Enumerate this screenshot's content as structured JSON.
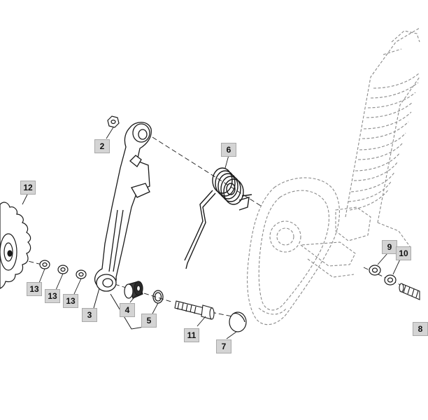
{
  "diagram": {
    "callouts": [
      {
        "id": "callout-2",
        "label": "2"
      },
      {
        "id": "callout-6",
        "label": "6"
      },
      {
        "id": "callout-12",
        "label": "12"
      },
      {
        "id": "callout-13a",
        "label": "13"
      },
      {
        "id": "callout-13b",
        "label": "13"
      },
      {
        "id": "callout-13c",
        "label": "13"
      },
      {
        "id": "callout-3",
        "label": "3"
      },
      {
        "id": "callout-4",
        "label": "4"
      },
      {
        "id": "callout-5",
        "label": "5"
      },
      {
        "id": "callout-11",
        "label": "11"
      },
      {
        "id": "callout-7",
        "label": "7"
      },
      {
        "id": "callout-9",
        "label": "9"
      },
      {
        "id": "callout-10",
        "label": "10"
      },
      {
        "id": "callout-8",
        "label": "8"
      }
    ],
    "colors": {
      "line": "#1a1a1a",
      "ghost": "#8a8a8a",
      "label_bg": "#d4d4d4",
      "label_border": "#a9a9a9"
    }
  }
}
